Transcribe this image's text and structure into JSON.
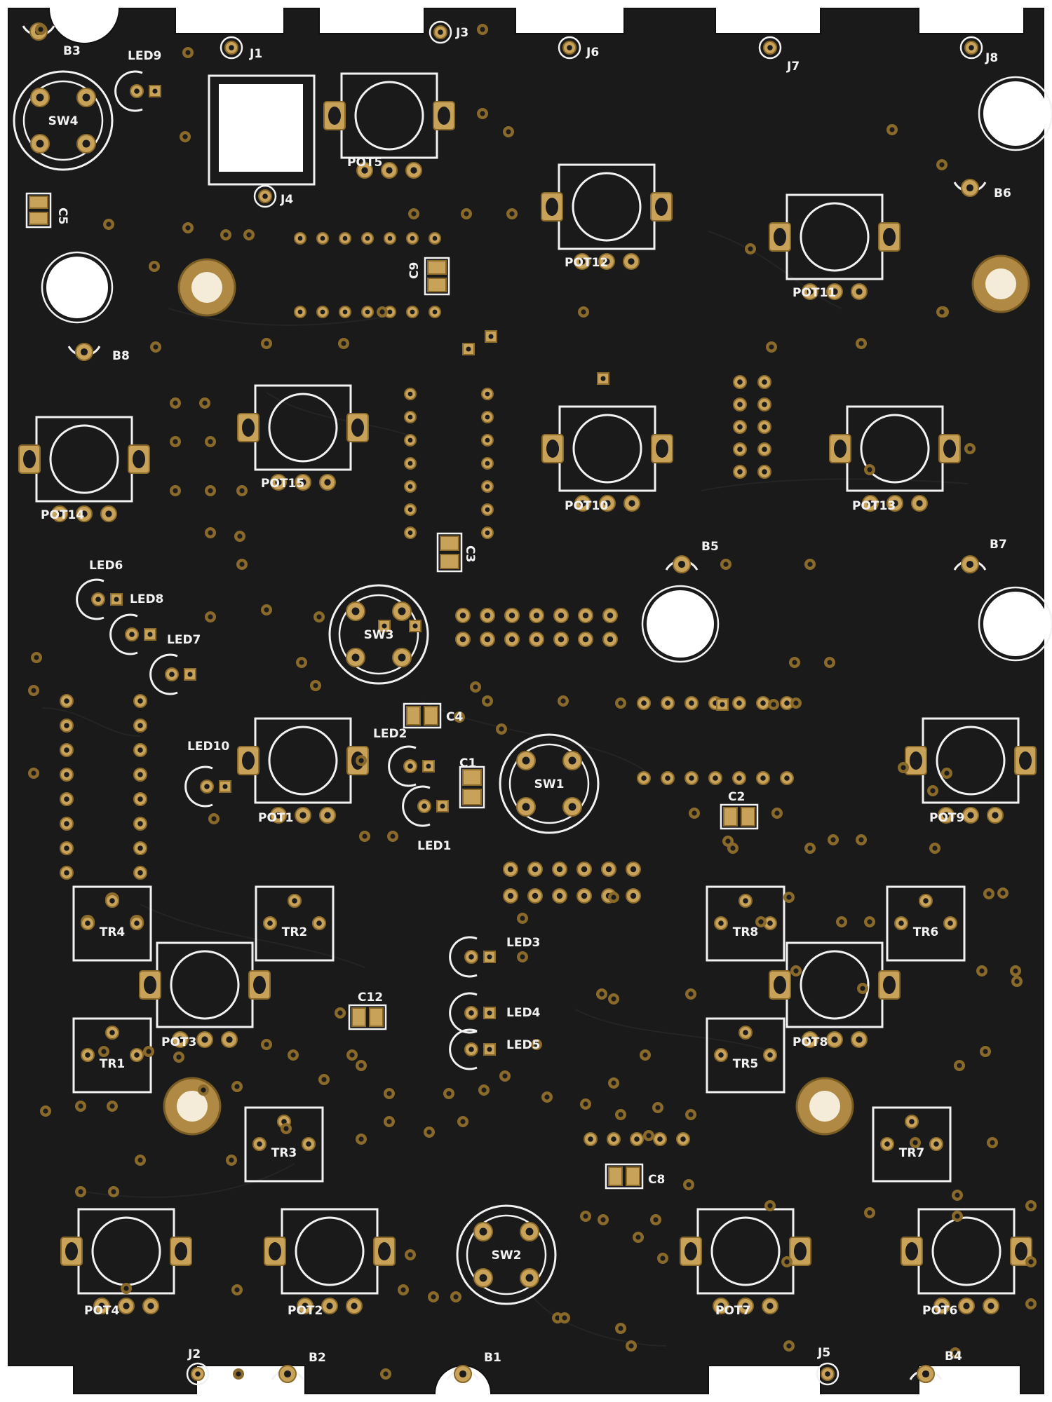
{
  "board": {
    "pots": [
      "POT1",
      "POT2",
      "POT3",
      "POT4",
      "POT5",
      "POT6",
      "POT7",
      "POT8",
      "POT9",
      "POT10",
      "POT11",
      "POT12",
      "POT12",
      "POT13",
      "POT14",
      "POT15"
    ],
    "switches": [
      "SW1",
      "SW2",
      "SW3",
      "SW4"
    ],
    "transistors": [
      "TR1",
      "TR2",
      "TR3",
      "TR4",
      "TR5",
      "TR6",
      "TR7",
      "TR8"
    ],
    "leds": [
      "LED1",
      "LED2",
      "LED3",
      "LED4",
      "LED5",
      "LED6",
      "LED7",
      "LED8",
      "LED9",
      "LED10"
    ],
    "capacitors": [
      "C1",
      "C2",
      "C3",
      "C4",
      "C5",
      "C8",
      "C9",
      "C12"
    ],
    "jacks": [
      "J1",
      "J2",
      "J3",
      "J4",
      "J5",
      "J6",
      "J7",
      "J8"
    ],
    "buttons": [
      "B1",
      "B2",
      "B3",
      "B4",
      "B5",
      "B6",
      "B7",
      "B8"
    ]
  }
}
